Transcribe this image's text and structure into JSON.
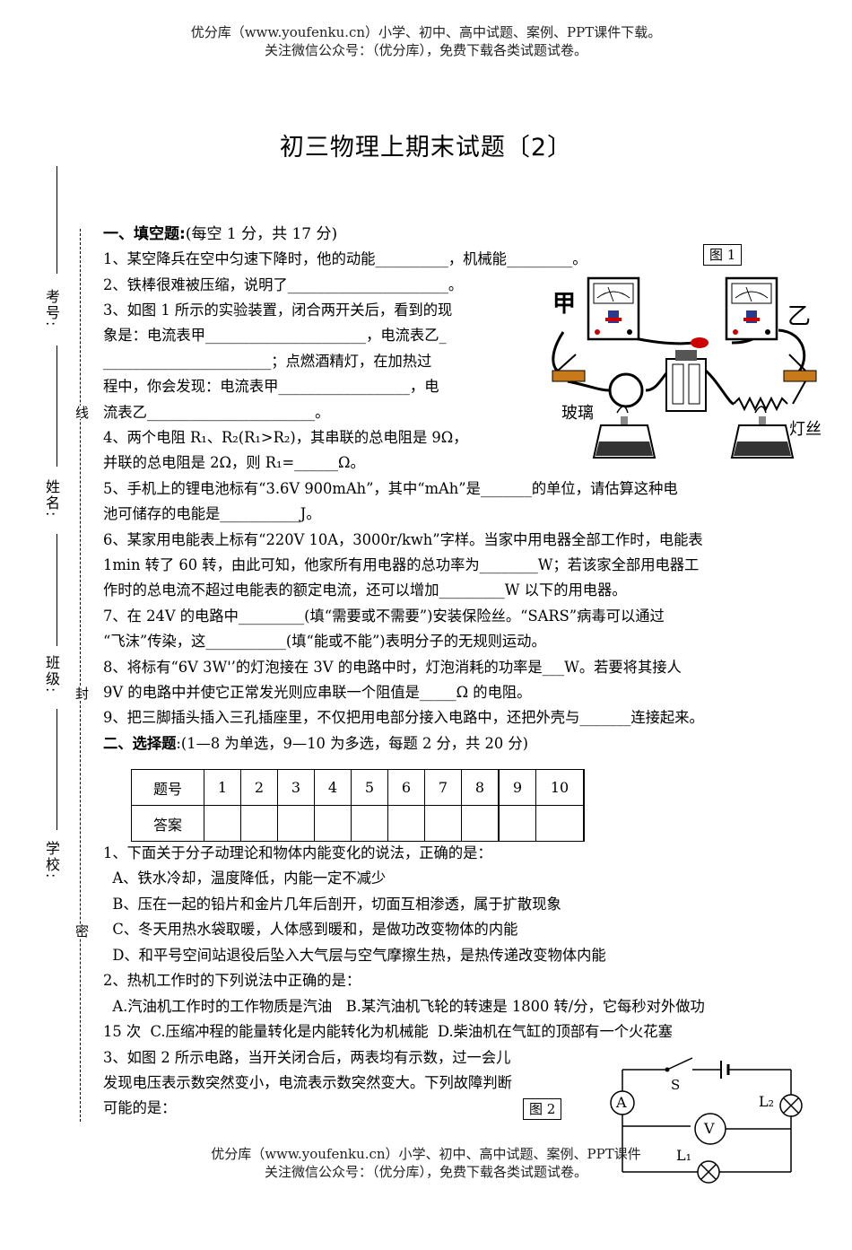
{
  "header": {
    "line1": "优分库（www.youfenku.cn）小学、初中、高中试题、案例、PPT课件下载。",
    "line2": "关注微信公众号：（优分库），免费下载各类试题试卷。"
  },
  "footer": {
    "line1": "优分库（www.youfenku.cn）小学、初中、高中试题、案例、PPT课件",
    "line2": "关注微信公众号：（优分库），免费下载各类试题试卷。"
  },
  "title": "初三物理上期末试题〔2〕",
  "margin": {
    "exam_no": "考号:",
    "name": "姓名:",
    "class": "班级:",
    "school": "学校:",
    "seal_line": "线",
    "seal_seal": "封",
    "seal_secret": "密"
  },
  "section1": {
    "heading": "一、填空题:",
    "note": "(每空 1 分，共 17 分)",
    "lines": [
      "1、某空降兵在空中匀速下降时，他的动能__________，机械能_________。",
      "2、铁棒很难被压缩，说明了______________________。",
      "3、如图 1 所示的实验装置，闭合两开关后，看到的现",
      "象是：电流表甲______________________，电流表乙_",
      "_______________________；点燃酒精灯，在加热过",
      "程中，你会发现：电流表甲__________________，电",
      "流表乙_______________________。",
      "4、两个电阻 R₁、R₂(R₁>R₂)，其串联的总电阻是 9Ω，",
      "并联的总电阻是 2Ω，则 R₁=______Ω。",
      "5、手机上的锂电池标有“3.6V 900mAh”，其中“mAh”是_______的单位，请估算这种电",
      "池可储存的电能是___________J。",
      "6、某家用电能表上标有“220V 10A，3000r/kwh”字样。当家中用电器全部工作时，电能表",
      "1min 转了 60 转，由此可知，他家所有用电器的总功率为________W；若该家全部用电器工",
      "作时的总电流不超过电能表的额定电流，还可以增加_________W 以下的用电器。",
      "7、在 24V 的电路中_________(填“需要或不需要”)安装保险丝。“SARS”病毒可以通过",
      "“飞沫”传染，这___________(填“能或不能”)表明分子的无规则运动。",
      "8、将标有“6V 3W'’的灯泡接在 3V 的电路中时，灯泡消耗的功率是___W。若要将其接人",
      "9V 的电路中并使它正常发光则应串联一个阻值是_____Ω 的电阻。",
      "9、把三脚插头插入三孔插座里，不仅把用电部分接入电路中，还把外壳与_______连接起来。"
    ]
  },
  "section2": {
    "heading": "二、选择题",
    "note": ":(1—8 为单选，9—10 为多选，每题 2 分，共 20 分)",
    "table": {
      "row1_label": "题号",
      "row2_label": "答案",
      "numbers": [
        "1",
        "2",
        "3",
        "4",
        "5",
        "6",
        "7",
        "8",
        "9",
        "10"
      ]
    },
    "lines": [
      "1、下面关于分子动理论和物体内能变化的说法，正确的是：",
      "  A、铁水冷却，温度降低，内能一定不减少",
      "  B、压在一起的铅片和金片几年后剖开，切面互相渗透，属于扩散现象",
      "  C、冬天用热水袋取暖，人体感到暖和，是做功改变物体的内能",
      "  D、和平号空间站退役后坠入大气层与空气摩擦生热，是热传递改变物体内能",
      "2、热机工作时的下列说法中正确的是：",
      "  A.汽油机工作时的工作物质是汽油   B.某汽油机飞轮的转速是 1800 转/分，它每秒对外做功",
      "15 次  C.压缩冲程的能量转化是内能转化为机械能  D.柴油机在气缸的顶部有一个火花塞",
      "3、如图 2 所示电路，当开关闭合后，两表均有示数，过一会儿",
      "发现电压表示数突然变小，电流表示数突然变大。下列故障判断",
      "可能的是："
    ]
  },
  "figure1": {
    "label": "图 1",
    "meter_a": "甲",
    "meter_b": "乙",
    "glass": "玻璃",
    "filament": "灯丝"
  },
  "figure2": {
    "label": "图 2",
    "switch": "S",
    "ammeter": "A",
    "voltmeter": "V",
    "lamp1": "L₁",
    "lamp2": "L₂"
  }
}
